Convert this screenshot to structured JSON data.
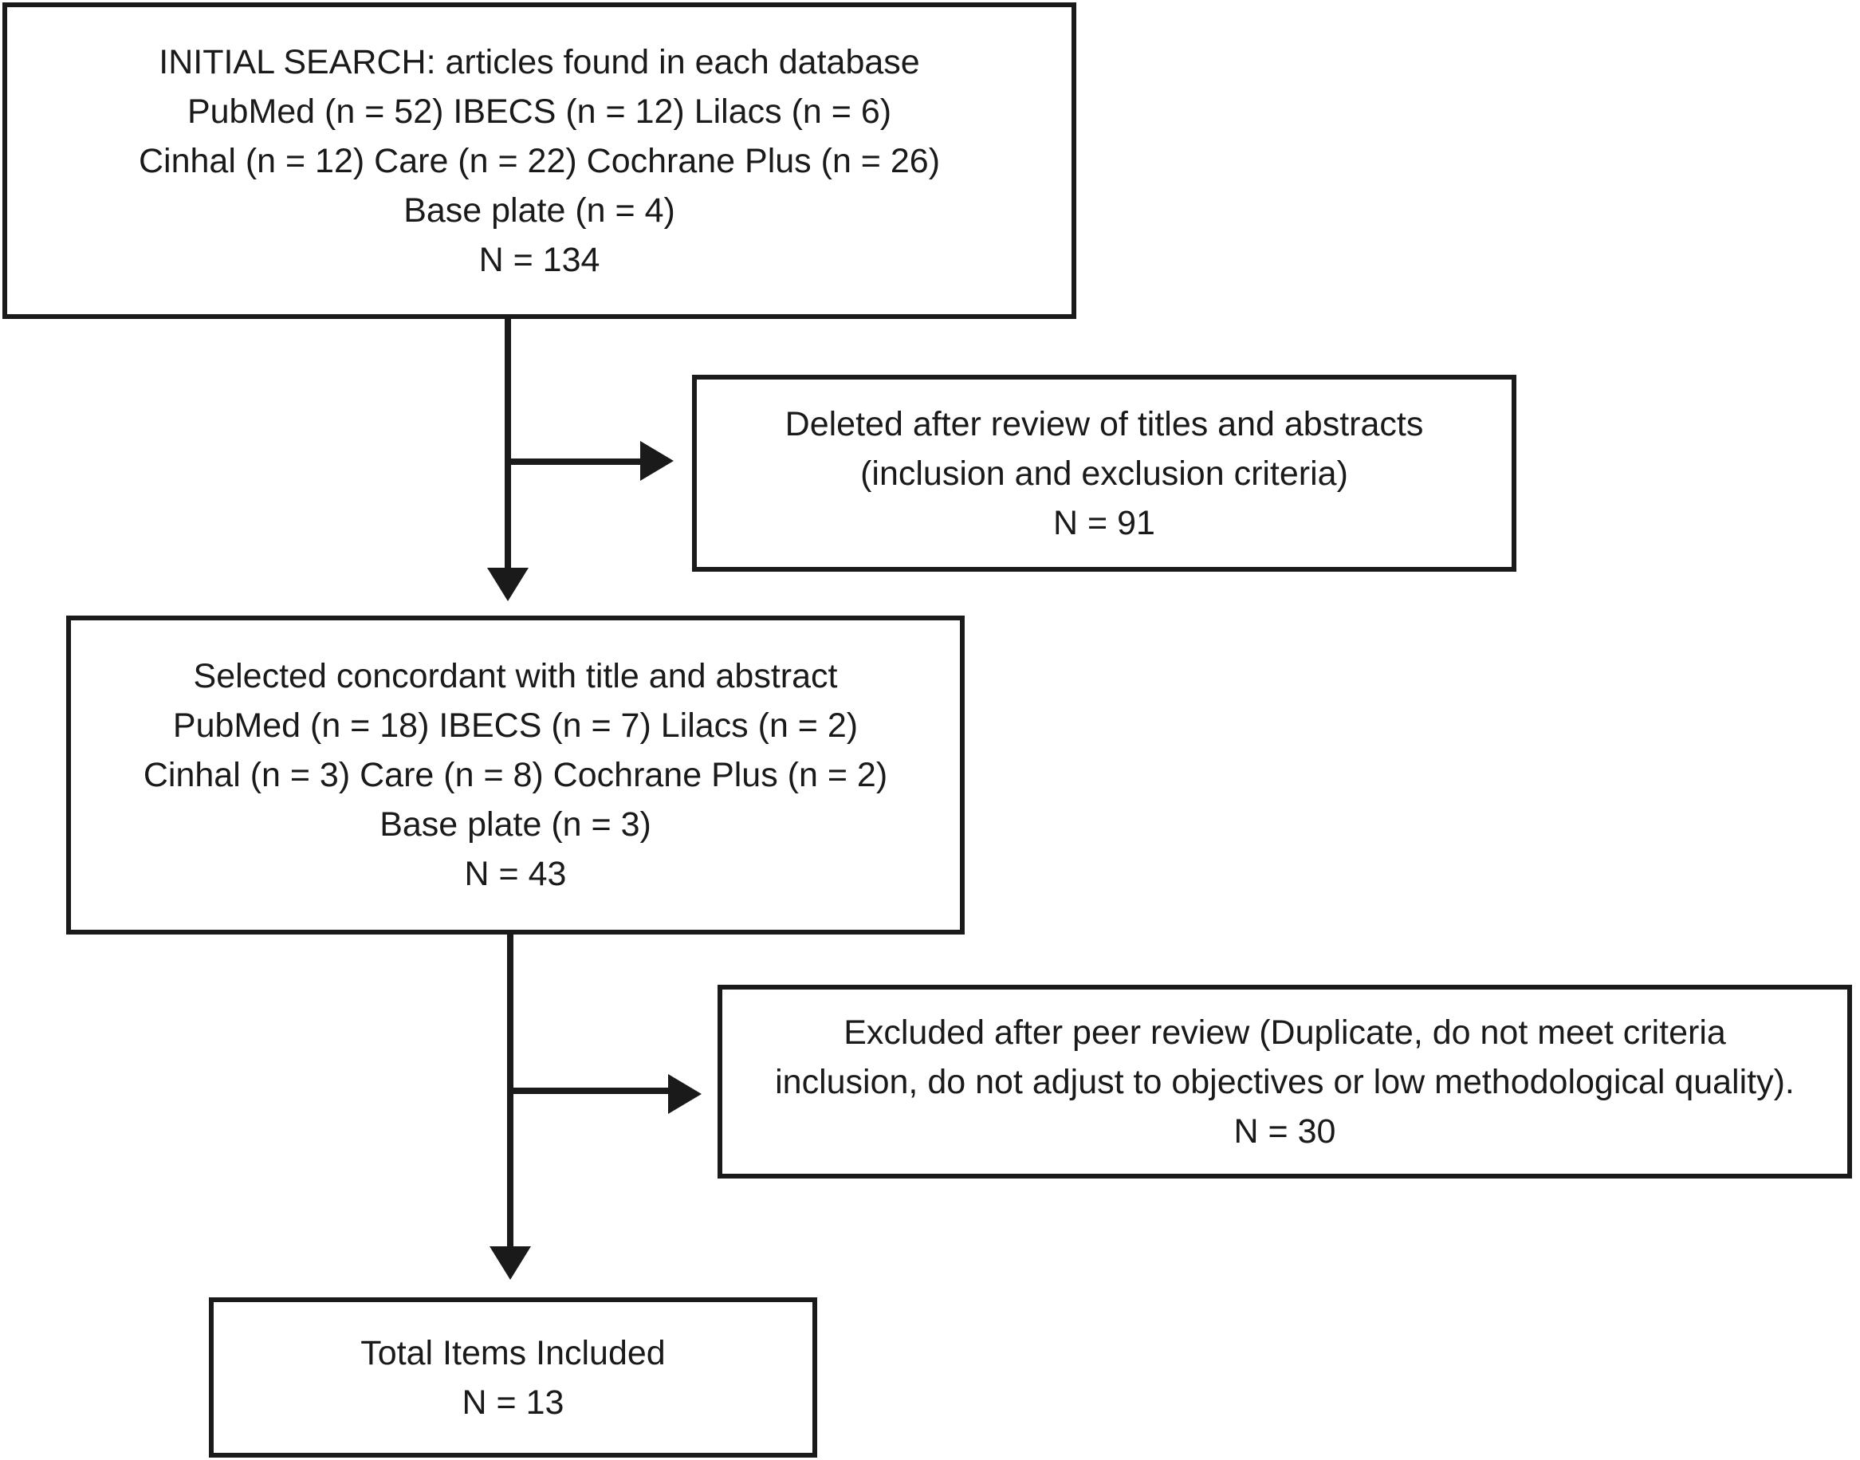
{
  "figure": {
    "type": "flowchart",
    "colors": {
      "background": "#ffffff",
      "ink": "#1a1a1a"
    },
    "boxes": {
      "initial_search": {
        "lines": [
          "INITIAL SEARCH: articles found in each database",
          "PubMed (n = 52) IBECS (n = 12) Lilacs (n = 6)",
          "Cinhal (n = 12) Care (n = 22) Cochrane Plus (n = 26)",
          "Base plate (n = 4)",
          "N = 134"
        ]
      },
      "deleted_titles_abstracts": {
        "lines": [
          "Deleted after review of titles and abstracts",
          "(inclusion and exclusion criteria)",
          "N = 91"
        ]
      },
      "selected_concordant": {
        "lines": [
          "Selected concordant with title and abstract",
          "PubMed (n = 18) IBECS (n = 7) Lilacs (n = 2)",
          "Cinhal (n = 3) Care (n = 8) Cochrane Plus (n = 2)",
          "Base plate (n = 3)",
          "N = 43"
        ]
      },
      "excluded_peer_review": {
        "lines": [
          "Excluded after peer review (Duplicate, do not meet criteria",
          "inclusion, do not adjust to objectives or low methodological quality).",
          "N = 30"
        ]
      },
      "total_included": {
        "lines": [
          "Total Items Included",
          "N = 13"
        ]
      }
    }
  }
}
